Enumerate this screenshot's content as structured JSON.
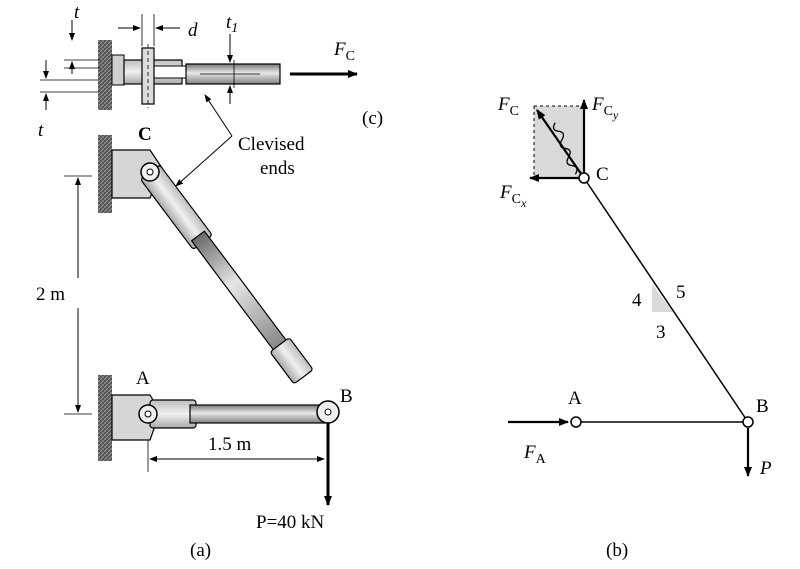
{
  "part_c": {
    "label_t_top": "t",
    "label_t_bottom": "t",
    "label_d": "d",
    "label_t1": "t",
    "label_t1_sub": "1",
    "force_letter": "F",
    "force_sub": "C",
    "caption": "(c)"
  },
  "part_a": {
    "label_C": "C",
    "label_A": "A",
    "label_B": "B",
    "callout_line1": "Clevised",
    "callout_line2": "ends",
    "dim_vertical": "2 m",
    "dim_horizontal": "1.5 m",
    "load_label": "P=40 kN",
    "caption": "(a)"
  },
  "part_b": {
    "fc_letter": "F",
    "fc_sub": "C",
    "fcy_letter": "F",
    "fcy_sub": "C",
    "fcy_subsub": "y",
    "fcx_letter": "F",
    "fcx_sub": "C",
    "fcx_subsub": "x",
    "label_C": "C",
    "label_A": "A",
    "label_B": "B",
    "slope_rise": "4",
    "slope_hyp": "5",
    "slope_run": "3",
    "fa_letter": "F",
    "fa_sub": "A",
    "p_label": "P",
    "caption": "(b)"
  }
}
